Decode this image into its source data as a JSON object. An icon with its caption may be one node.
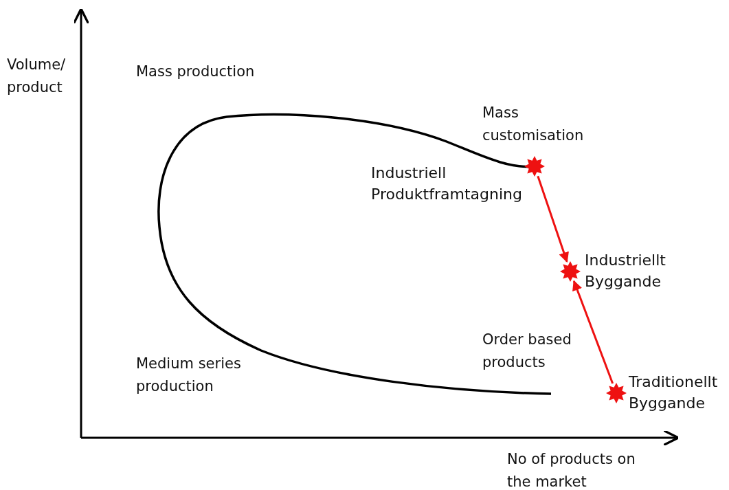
{
  "diagram": {
    "nodes": [
      {
        "text": [],
        "shape": "star",
        "beside": [
          "Industriell Produktframtagning"
        ]
      },
      {
        "text": [],
        "shape": "star",
        "beside": [
          "Industriellt Byggande"
        ]
      },
      {
        "text": [],
        "shape": "star",
        "beside": [
          "Traditionellt Byggande"
        ]
      }
    ],
    "edges": [
      {
        "from": 0,
        "to": 1,
        "arrow": "to"
      },
      {
        "from": 2,
        "to": 1,
        "arrow": "to"
      }
    ],
    "labels": [
      "Volume/ product",
      "Mass production",
      "Mass customisation",
      "Order based products",
      "Medium series production",
      "No of products on the market"
    ]
  }
}
